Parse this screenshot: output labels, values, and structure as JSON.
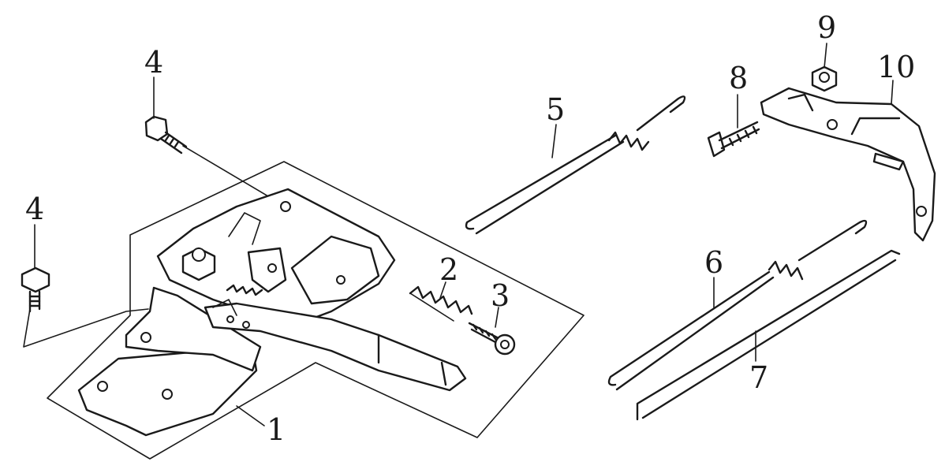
{
  "diagram": {
    "callouts": {
      "c1": "1",
      "c2": "2",
      "c3": "3",
      "c4a": "4",
      "c4b": "4",
      "c5": "5",
      "c6": "6",
      "c7": "7",
      "c8": "8",
      "c9": "9",
      "c10": "10"
    }
  }
}
